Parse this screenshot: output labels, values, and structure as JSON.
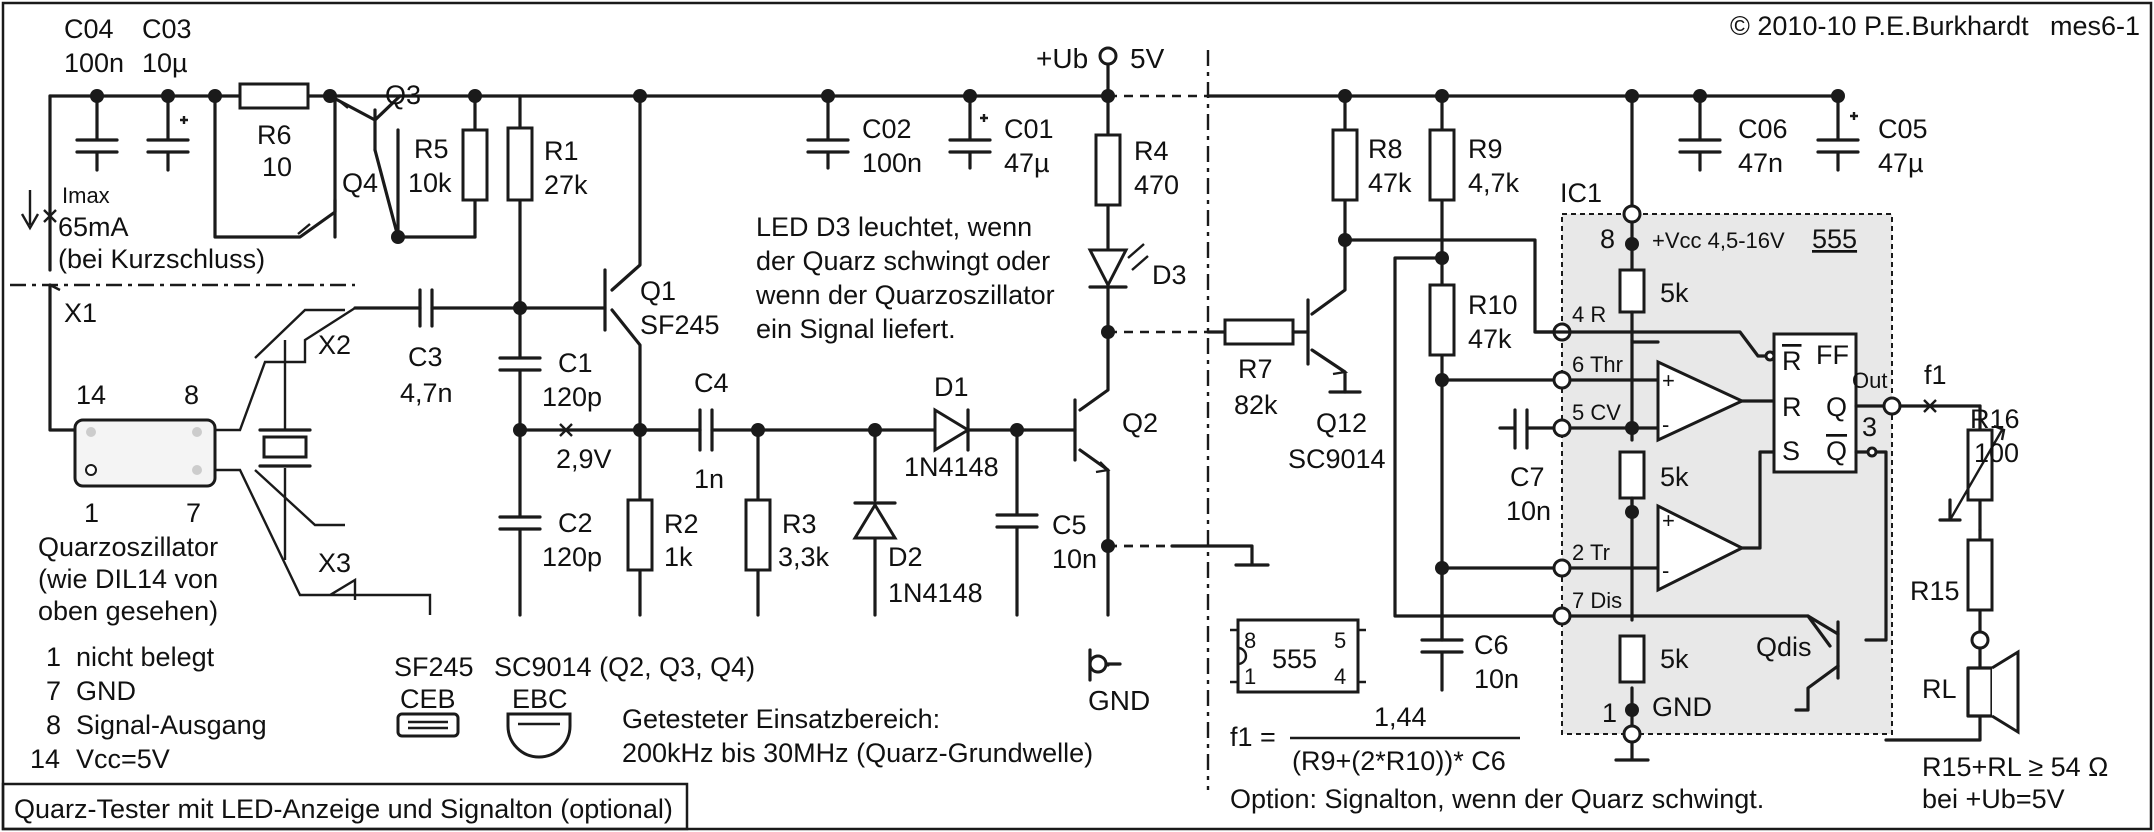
{
  "copyright": "© 2010-10 P.E.Burkhardt",
  "doc_id": "mes6-1",
  "title_box": "Quarz-Tester mit LED-Anzeige und Signalton (optional)",
  "power": {
    "ub": "+Ub",
    "v5": "5V",
    "gnd": "GND"
  },
  "components": {
    "c04": [
      "C04",
      "100n"
    ],
    "c03": [
      "C03",
      "10µ"
    ],
    "r6": [
      "R6",
      "10"
    ],
    "q3": "Q3",
    "q4": "Q4",
    "r5": [
      "R5",
      "10k"
    ],
    "r1": [
      "R1",
      "27k"
    ],
    "q1": [
      "Q1",
      "SF245"
    ],
    "c02": [
      "C02",
      "100n"
    ],
    "c01": [
      "C01",
      "47µ"
    ],
    "r4": [
      "R4",
      "470"
    ],
    "d3": "D3",
    "c3": [
      "C3",
      "4,7n"
    ],
    "c1": [
      "C1",
      "120p"
    ],
    "c2": [
      "C2",
      "120p"
    ],
    "c4": [
      "C4",
      "1n"
    ],
    "d1": [
      "D1",
      "1N4148"
    ],
    "d2": [
      "D2",
      "1N4148"
    ],
    "r2": [
      "R2",
      "1k"
    ],
    "r3": [
      "R3",
      "3,3k"
    ],
    "c5": [
      "C5",
      "10n"
    ],
    "q2": "Q2",
    "v29": "2,9V",
    "r7": [
      "R7",
      "82k"
    ],
    "q12": [
      "Q12",
      "SC9014"
    ],
    "r8": [
      "R8",
      "47k"
    ],
    "r9": [
      "R9",
      "4,7k"
    ],
    "r10": [
      "R10",
      "47k"
    ],
    "c7": [
      "C7",
      "10n"
    ],
    "c6": [
      "C6",
      "10n"
    ],
    "c06": [
      "C06",
      "47n"
    ],
    "c05": [
      "C05",
      "47µ"
    ],
    "ic1": "IC1",
    "r16": [
      "R16",
      "100"
    ],
    "r15": "R15",
    "rl": "RL",
    "f1": "f1"
  },
  "imax": {
    "label": "Imax",
    "value": "65mA",
    "note": "(bei Kurzschluss)"
  },
  "sockets": {
    "x1": "X1",
    "x2": "X2",
    "x3": "X3"
  },
  "oscillator": {
    "pins_top": [
      "14",
      "8"
    ],
    "pins_bottom": [
      "1",
      "7"
    ],
    "name": "Quarzoszillator",
    "note1": "(wie DIL14 von",
    "note2": "oben gesehen)",
    "pinout": [
      [
        "1",
        "nicht belegt"
      ],
      [
        "7",
        "GND"
      ],
      [
        "8",
        "Signal-Ausgang"
      ],
      [
        "14",
        "Vcc=5V"
      ]
    ]
  },
  "led_note": [
    "LED D3 leuchtet, wenn",
    "der Quarz schwingt oder",
    "wenn der Quarzoszillator",
    "ein Signal liefert."
  ],
  "packages": {
    "sf245": "SF245",
    "sf245_pins": "CEB",
    "sc9014": "SC9014 (Q2, Q3, Q4)",
    "sc9014_pins": "EBC"
  },
  "range_note": [
    "Getesteter Einsatzbereich:",
    "200kHz bis 30MHz (Quarz-Grundwelle)"
  ],
  "ic555": {
    "supply": "+Vcc 4,5-16V",
    "type": "555",
    "pins": {
      "p8": "8",
      "p4": "4 R",
      "p6": "6 Thr",
      "p5": "5 CV",
      "p2": "2 Tr",
      "p7": "7 Dis",
      "p1": "1",
      "p3": "3",
      "gnd": "GND"
    },
    "r_int": "5k",
    "ff": "FF",
    "rbar": "R",
    "r": "R",
    "s": "S",
    "q": "Q",
    "qbar": "Q",
    "out": "Out",
    "qdis": "Qdis",
    "chip_pins": [
      "8",
      "5",
      "1",
      "4"
    ]
  },
  "formula": {
    "lhs": "f1 =",
    "num": "1,44",
    "den": "(R9+(2*R10))* C6"
  },
  "option_note": "Option: Signalton, wenn der Quarz schwingt.",
  "load_note": [
    "R15+RL ≥ 54 Ω",
    "bei +Ub=5V"
  ]
}
